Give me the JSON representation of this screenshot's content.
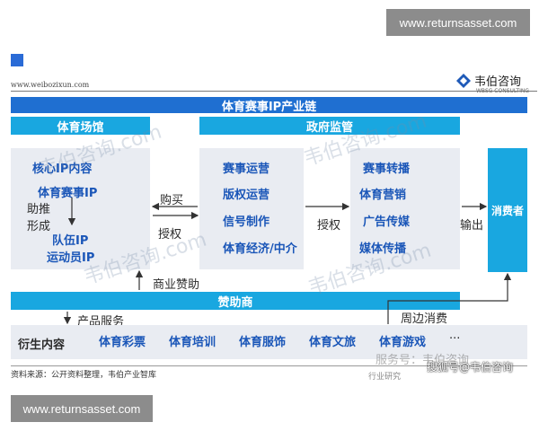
{
  "watermark_top": "www.returnsasset.com",
  "watermark_bottom": "www.returnsasset.com",
  "header": {
    "url": "www.weibozixun.com",
    "brand_cn": "韦伯咨询",
    "brand_en": "WBSG CONSULTING"
  },
  "title": "体育赛事IP产业链",
  "sections": {
    "venue": "体育场馆",
    "government": "政府监管",
    "sponsor": "赞助商",
    "consumer": "消费者"
  },
  "left_box": {
    "core": "核心IP内容",
    "event_ip": "体育赛事IP",
    "promote": "助推",
    "form": "形成",
    "team_ip": "队伍IP",
    "athlete_ip": "运动员IP"
  },
  "middle_box": [
    "赛事运营",
    "版权运营",
    "信号制作",
    "体育经济/中介"
  ],
  "right_box": [
    "赛事转播",
    "体育营销",
    "广告传媒",
    "媒体传播"
  ],
  "flow_labels": {
    "buy": "购买",
    "license1": "授权",
    "license2": "授权",
    "export": "输出",
    "sponsorship": "商业赞助",
    "products": "产品服务",
    "peripheral": "周边消费"
  },
  "derivatives": {
    "label": "衍生内容",
    "items": [
      "体育彩票",
      "体育培训",
      "体育服饰",
      "体育文旅",
      "体育游戏",
      "..."
    ]
  },
  "footer": {
    "source": "资料来源：公开资料整理，韦伯产业智库",
    "source_right": "行业研究",
    "overlay1": "服务号：韦伯咨询",
    "overlay2": "搜狐号@韦伯咨询"
  },
  "ghost_watermark": "韦伯咨询.com",
  "colors": {
    "primary_blue": "#1f6fd1",
    "cyan": "#19a7e0",
    "panel": "#e9ecf2",
    "label_blue": "#1a56b8"
  }
}
